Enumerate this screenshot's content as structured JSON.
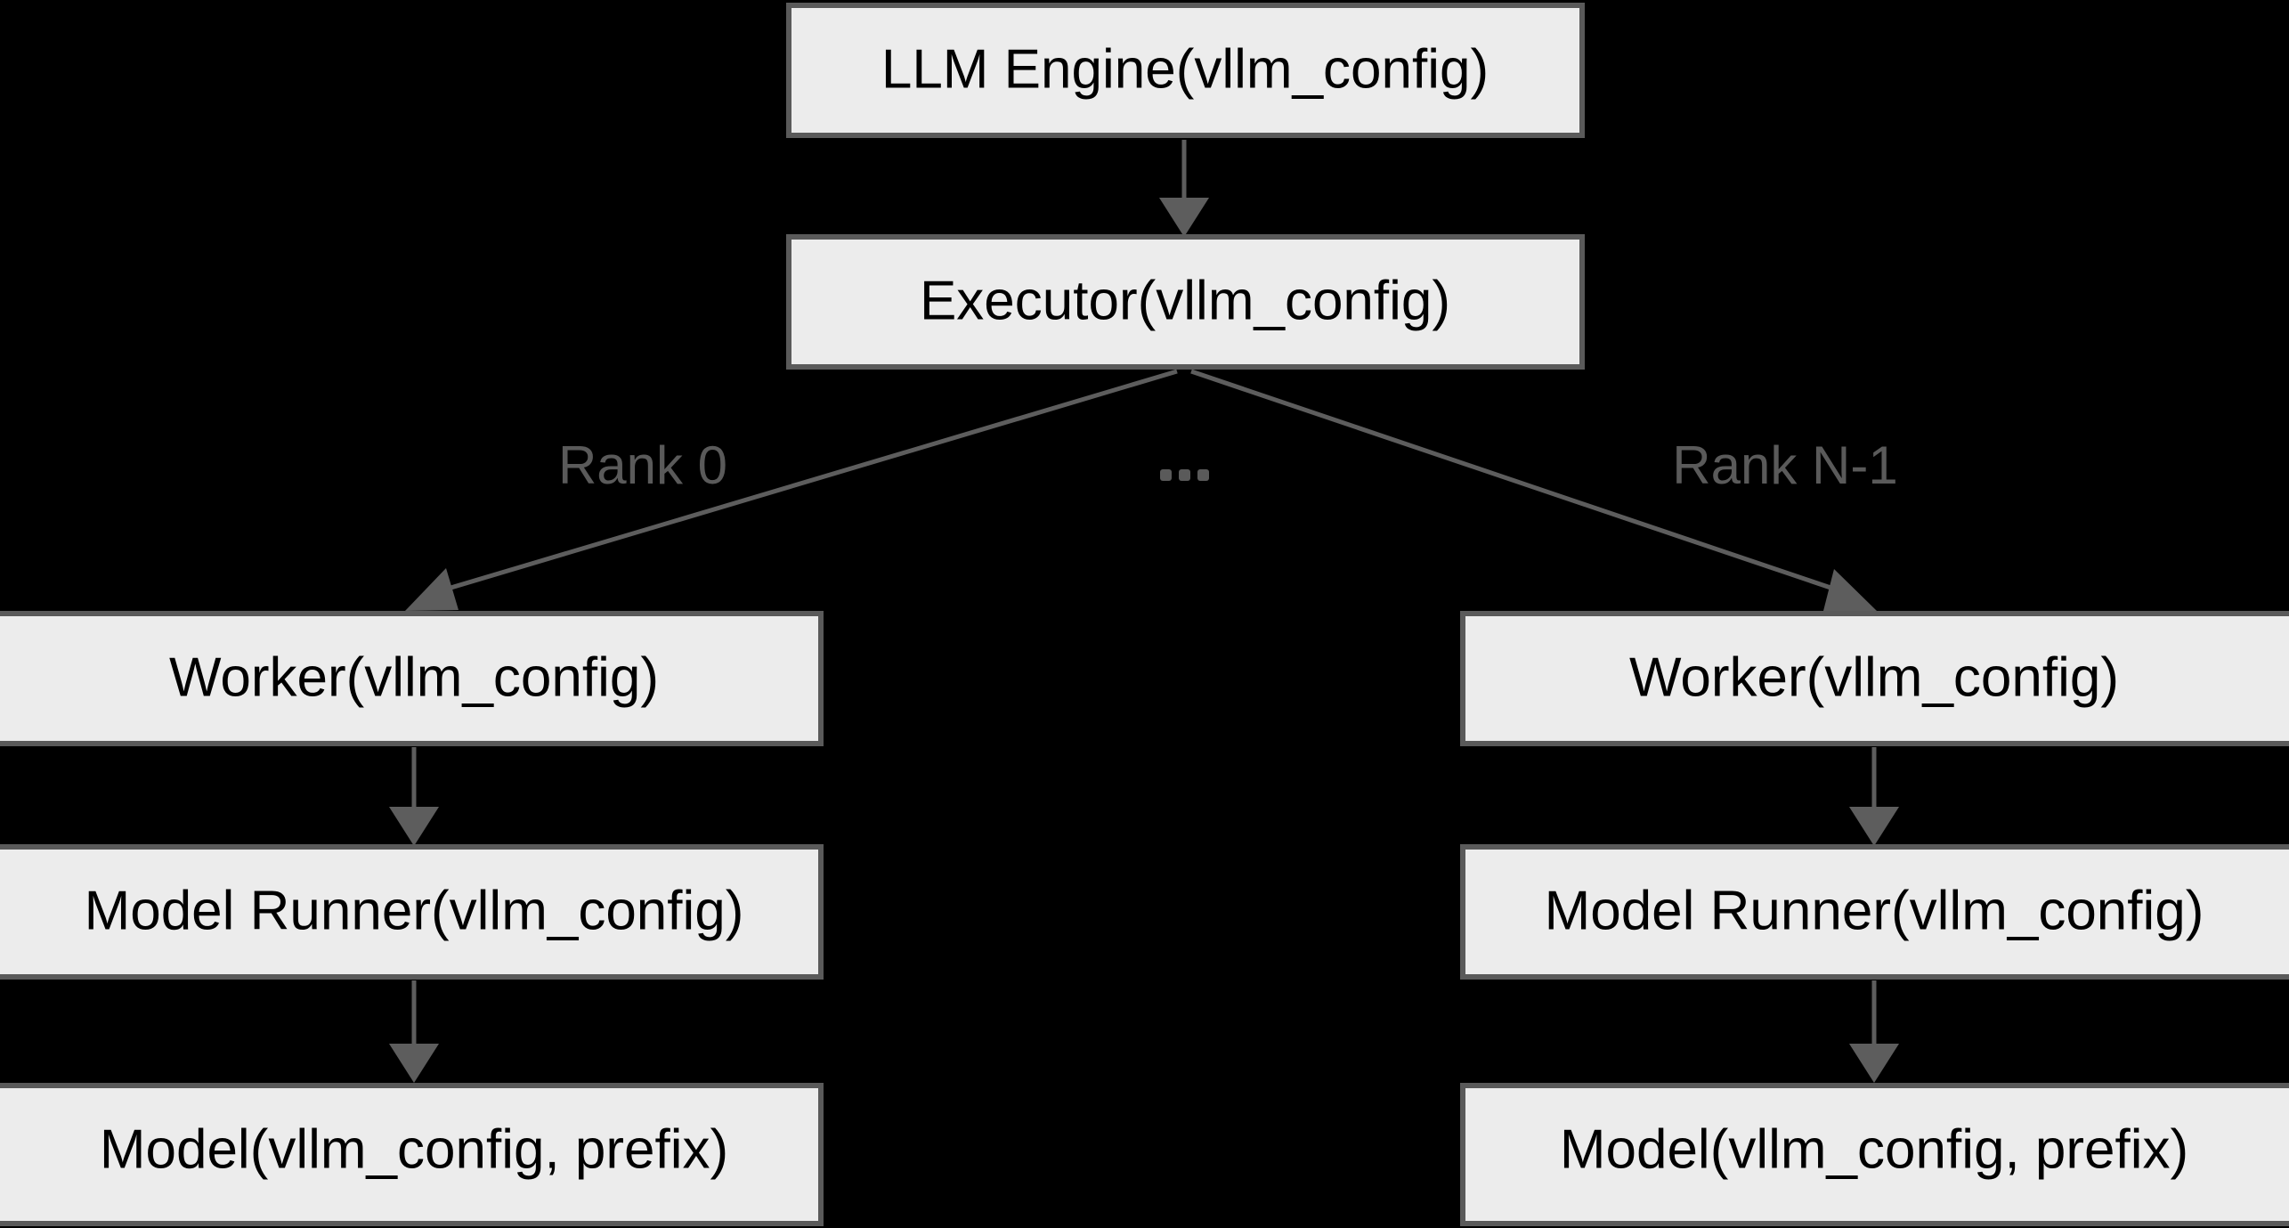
{
  "diagram": {
    "type": "flowchart",
    "background_color": "#000000",
    "node_fill_color": "#ececec",
    "node_border_color": "#5a5a5a",
    "node_text_color": "#000000",
    "edge_color": "#5d5d5d",
    "edge_label_color": "#5a5a5a",
    "nodes": [
      {
        "id": "llm-engine",
        "label": "LLM Engine(vllm_config)"
      },
      {
        "id": "executor",
        "label": "Executor(vllm_config)"
      },
      {
        "id": "worker-rank0",
        "label": "Worker(vllm_config)"
      },
      {
        "id": "model-runner-rank0",
        "label": "Model Runner(vllm_config)"
      },
      {
        "id": "model-rank0",
        "label": "Model(vllm_config, prefix)"
      },
      {
        "id": "worker-rankn",
        "label": "Worker(vllm_config)"
      },
      {
        "id": "model-runner-rankn",
        "label": "Model Runner(vllm_config)"
      },
      {
        "id": "model-rankn",
        "label": "Model(vllm_config, prefix)"
      }
    ],
    "edge_labels": {
      "rank_first": "Rank 0",
      "rank_middle": "...",
      "rank_last": "Rank N-1"
    },
    "edges": [
      {
        "from": "llm-engine",
        "to": "executor",
        "label": ""
      },
      {
        "from": "executor",
        "to": "worker-rank0",
        "label": "Rank 0"
      },
      {
        "from": "executor",
        "to": "worker-rankn",
        "label": "Rank N-1"
      },
      {
        "from": "worker-rank0",
        "to": "model-runner-rank0",
        "label": ""
      },
      {
        "from": "model-runner-rank0",
        "to": "model-rank0",
        "label": ""
      },
      {
        "from": "worker-rankn",
        "to": "model-runner-rankn",
        "label": ""
      },
      {
        "from": "model-runner-rankn",
        "to": "model-rankn",
        "label": ""
      }
    ]
  }
}
